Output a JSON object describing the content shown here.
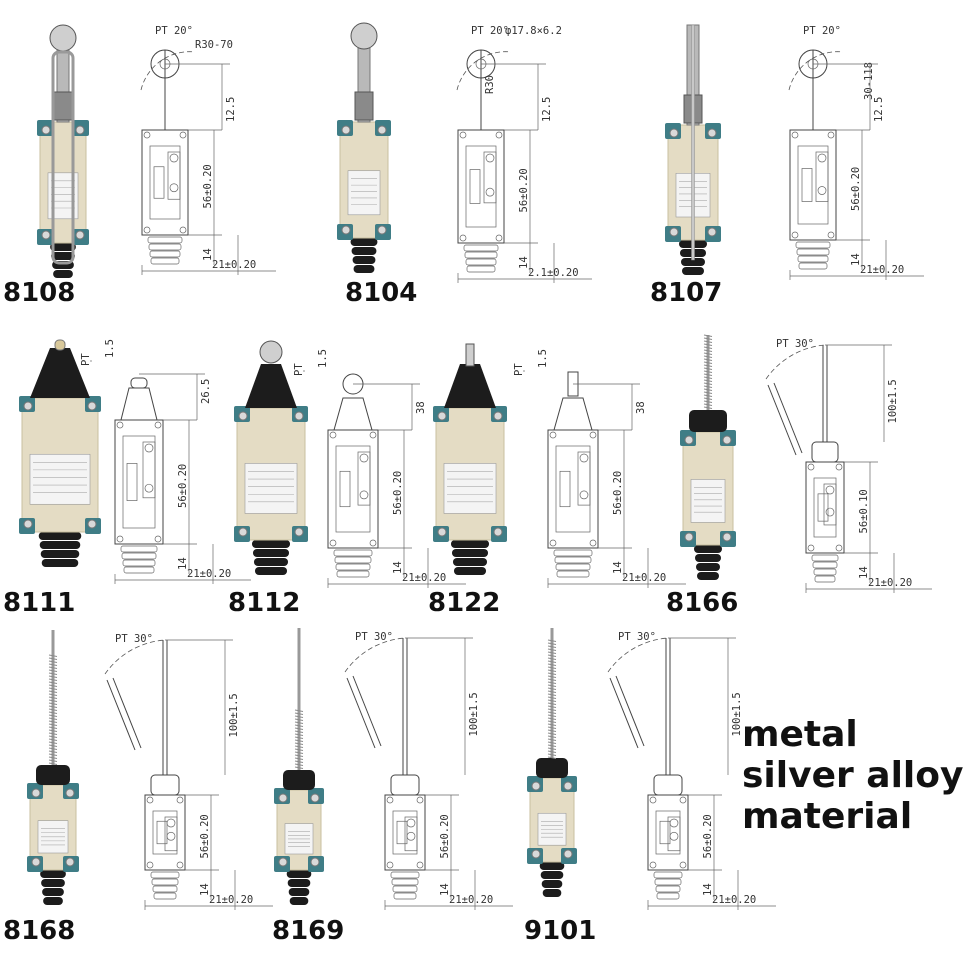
{
  "products": [
    {
      "model": "8108",
      "dims": {
        "pt": "PT 20°",
        "r": "R30-70",
        "top": "12.5",
        "body": "56±0.20",
        "base": "14",
        "width": "21±0.20"
      }
    },
    {
      "model": "8104",
      "dims": {
        "pt": "PT 20°",
        "roller": "φ17.8×6.2",
        "r": "R30",
        "top": "12.5",
        "body": "56±0.20",
        "base": "14",
        "width": "2.1±0.20"
      }
    },
    {
      "model": "8107",
      "dims": {
        "pt": "PT 20°",
        "range": "30-118",
        "top": "12.5",
        "body": "56±0.20",
        "base": "14",
        "width": "21±0.20"
      }
    },
    {
      "model": "8111",
      "dims": {
        "pt": "PT",
        "travel": "1.5",
        "top": "26.5",
        "body": "56±0.20",
        "base": "14",
        "width": "21±0.20"
      }
    },
    {
      "model": "8112",
      "dims": {
        "pt": "PT",
        "travel": "1.5",
        "top": "38",
        "body": "56±0.20",
        "base": "14",
        "width": "21±0.20"
      }
    },
    {
      "model": "8122",
      "dims": {
        "pt": "PT",
        "travel": "1.5",
        "top": "38",
        "body": "56±0.20",
        "base": "14",
        "width": "21±0.20"
      }
    },
    {
      "model": "8166",
      "dims": {
        "pt": "PT 30°",
        "rod": "100±1.5",
        "body": "56±0.10",
        "base": "14",
        "width": "21±0.20"
      }
    },
    {
      "model": "8168",
      "dims": {
        "pt": "PT 30°",
        "rod": "100±1.5",
        "body": "56±0.20",
        "base": "14",
        "width": "21±0.20"
      }
    },
    {
      "model": "8169",
      "dims": {
        "pt": "PT 30°",
        "rod": "100±1.5",
        "body": "56±0.20",
        "base": "14",
        "width": "21±0.20"
      }
    },
    {
      "model": "9101",
      "dims": {
        "pt": "PT 30°",
        "rod": "100±1.5",
        "body": "56±0.20",
        "base": "14",
        "width": "21±0.20"
      }
    }
  ],
  "material_text": [
    "metal",
    "silver alloy",
    "material"
  ],
  "colors": {
    "body": "#e4dcc4",
    "body_edge": "#c9bf9f",
    "corner": "#3f7d86",
    "rubber": "#1c1c1c",
    "metal": "#b9b9b9",
    "label": "#f4f4f4"
  }
}
